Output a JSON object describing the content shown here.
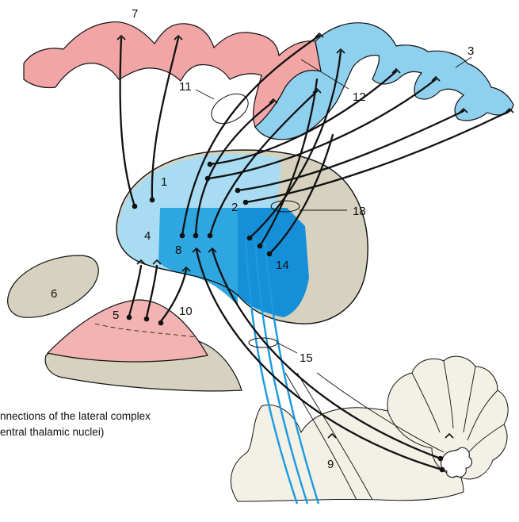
{
  "caption": {
    "line1": "nnections of the lateral complex",
    "line2": "entral thalamic nuclei)"
  },
  "labels": [
    {
      "id": "1",
      "text": "1"
    },
    {
      "id": "2",
      "text": "2"
    },
    {
      "id": "3",
      "text": "3"
    },
    {
      "id": "4",
      "text": "4"
    },
    {
      "id": "5",
      "text": "5"
    },
    {
      "id": "6",
      "text": "6"
    },
    {
      "id": "7",
      "text": "7"
    },
    {
      "id": "8",
      "text": "8"
    },
    {
      "id": "9",
      "text": "9"
    },
    {
      "id": "10",
      "text": "10"
    },
    {
      "id": "11",
      "text": "11"
    },
    {
      "id": "12",
      "text": "12"
    },
    {
      "id": "14",
      "text": "14"
    },
    {
      "id": "15",
      "text": "15"
    },
    {
      "id": "18",
      "text": "18"
    }
  ],
  "colors": {
    "motor_cortex_pink": "#f2a5a5",
    "sensory_cortex_blue": "#8fd0ef",
    "thalamus_light_blue": "#a9dcf2",
    "thalamus_mid_blue": "#2ea7e0",
    "thalamus_deep_blue": "#1590d8",
    "gray_structure": "#d6d2bf",
    "pink_nucleus": "#f4b3b3",
    "blue_fibers": "#1a9ae0"
  }
}
